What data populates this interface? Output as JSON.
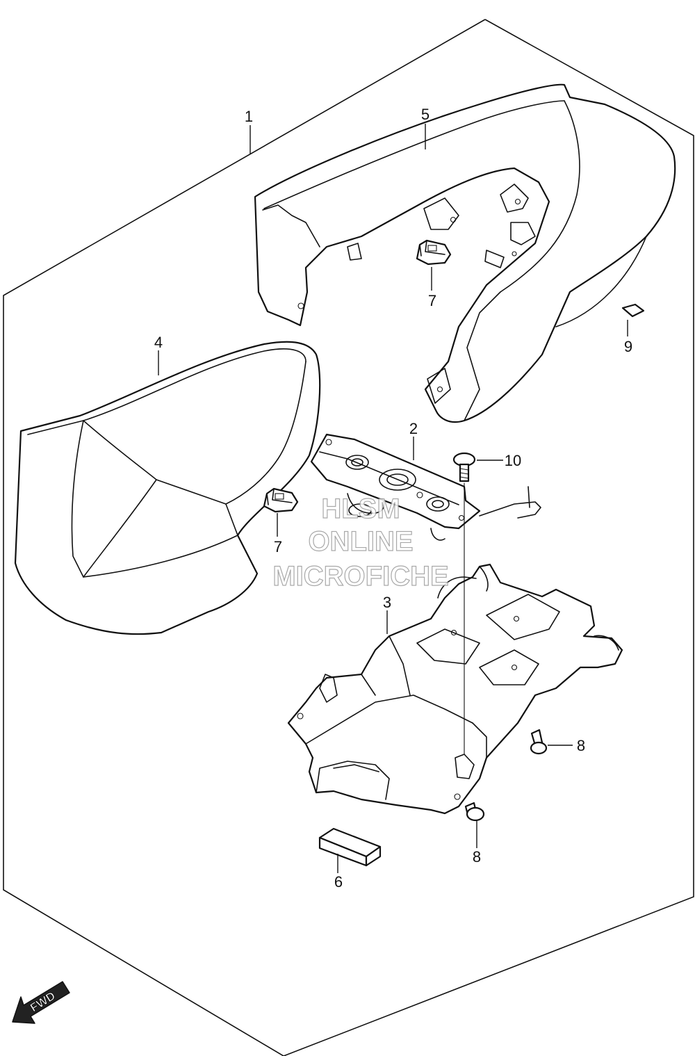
{
  "callouts": [
    {
      "id": "1",
      "label": "1"
    },
    {
      "id": "5",
      "label": "5"
    },
    {
      "id": "7a",
      "label": "7"
    },
    {
      "id": "9",
      "label": "9"
    },
    {
      "id": "4",
      "label": "4"
    },
    {
      "id": "2",
      "label": "2"
    },
    {
      "id": "10",
      "label": "10"
    },
    {
      "id": "7b",
      "label": "7"
    },
    {
      "id": "3",
      "label": "3"
    },
    {
      "id": "8a",
      "label": "8"
    },
    {
      "id": "8b",
      "label": "8"
    },
    {
      "id": "6",
      "label": "6"
    }
  ],
  "watermark": {
    "line1": "HLSM",
    "line2": "ONLINE",
    "line3": "MICROFICHE"
  },
  "direction_badge": {
    "label": "FWD",
    "icon": "fwd-arrow-icon"
  }
}
